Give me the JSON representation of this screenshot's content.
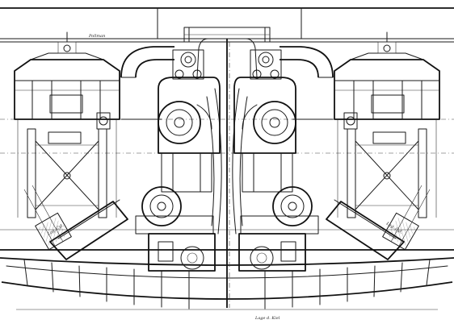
{
  "drawing": {
    "annotations": {
      "top_label": "Pollman",
      "right_tag": "Lag. Cyl.",
      "left_tag": "Lag. Cyl.",
      "bottom_label": "Lage d. Kiel"
    }
  }
}
